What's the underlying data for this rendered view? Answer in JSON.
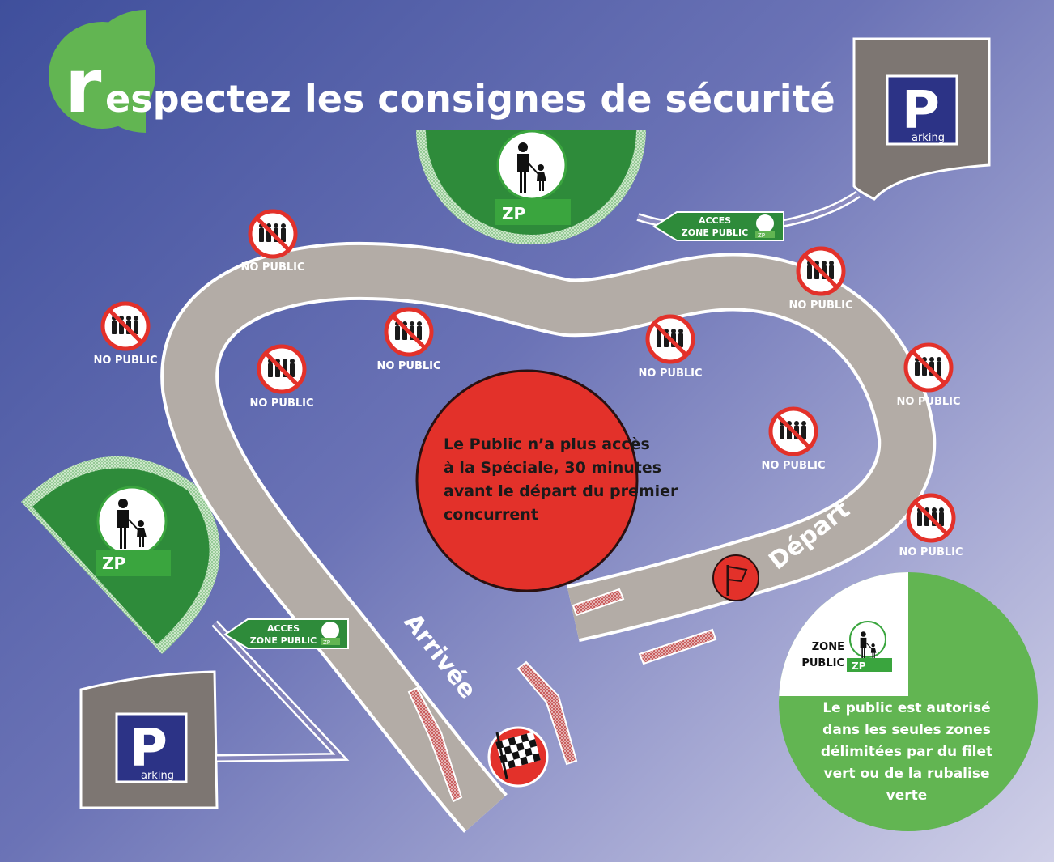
{
  "title": {
    "initial": "r",
    "rest": "espectez les consignes de sécurité"
  },
  "parking": {
    "letter": "P",
    "label": "arking"
  },
  "zone_public": {
    "zp": "ZP"
  },
  "acces": {
    "line1": "ACCES",
    "line2": "ZONE PUBLIC",
    "badge": "ZP"
  },
  "no_public": {
    "label": "NO PUBLIC"
  },
  "stage_labels": {
    "depart": "Départ",
    "arrivee": "Arrivée"
  },
  "notice": {
    "lines": [
      "Le Public n’a plus accès",
      "à la Spéciale,  30 minutes",
      "avant le départ  du premier",
      "concurrent"
    ]
  },
  "legend": {
    "zone_label_1": "ZONE",
    "zone_label_2": "PUBLIC",
    "zp": "ZP",
    "lines": [
      "Le public est autorisé",
      "dans les seules zones",
      "délimitées par du filet",
      "vert ou de la rubalise",
      "verte"
    ]
  },
  "colors": {
    "green": "#3aa53e",
    "dark_green": "#2e8b3a",
    "light_green": "#62b552",
    "red": "#e3312a",
    "road": "#b3aca6",
    "parking_bg": "#7d7672",
    "parking_sign": "#2c3386"
  }
}
